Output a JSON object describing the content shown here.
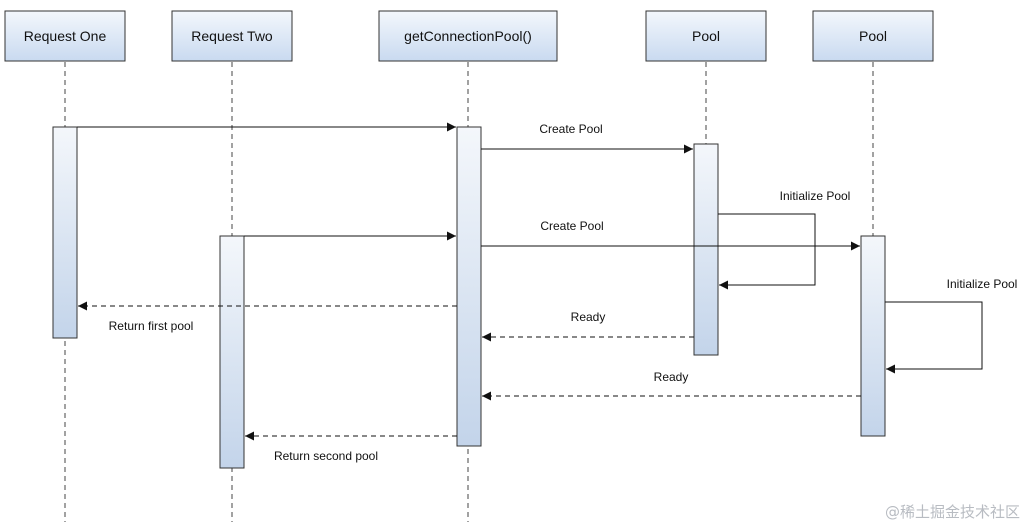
{
  "diagram": {
    "participants": [
      {
        "id": "request-one",
        "label": "Request One"
      },
      {
        "id": "request-two",
        "label": "Request Two"
      },
      {
        "id": "get-connection-pool",
        "label": "getConnectionPool()"
      },
      {
        "id": "pool-1",
        "label": "Pool"
      },
      {
        "id": "pool-2",
        "label": "Pool"
      }
    ],
    "messages": [
      {
        "from": "request-one",
        "to": "get-connection-pool",
        "label": "",
        "style": "solid"
      },
      {
        "from": "get-connection-pool",
        "to": "pool-1",
        "label": "Create Pool",
        "style": "solid"
      },
      {
        "from": "pool-1",
        "to": "pool-1",
        "label": "Initialize Pool",
        "style": "self"
      },
      {
        "from": "request-two",
        "to": "get-connection-pool",
        "label": "",
        "style": "solid"
      },
      {
        "from": "get-connection-pool",
        "to": "pool-2",
        "label": "Create Pool",
        "style": "solid"
      },
      {
        "from": "get-connection-pool",
        "to": "request-one",
        "label": "Return first pool",
        "style": "dashed"
      },
      {
        "from": "pool-1",
        "to": "get-connection-pool",
        "label": "Ready",
        "style": "dashed"
      },
      {
        "from": "pool-2",
        "to": "pool-2",
        "label": "Initialize Pool",
        "style": "self"
      },
      {
        "from": "pool-2",
        "to": "get-connection-pool",
        "label": "Ready",
        "style": "dashed"
      },
      {
        "from": "get-connection-pool",
        "to": "request-two",
        "label": "Return second pool",
        "style": "dashed"
      }
    ],
    "watermark": "@稀土掘金技术社区",
    "colors": {
      "participant_fill": "#d6e4f5",
      "activation_fill": "#dce6f3",
      "border": "#333333",
      "watermark": "#b8bcc2"
    }
  }
}
